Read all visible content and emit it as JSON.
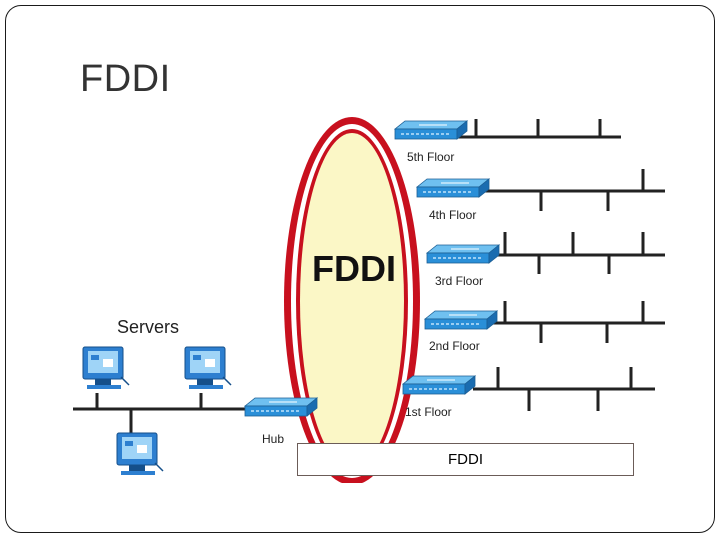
{
  "slide": {
    "title": "FDDI"
  },
  "diagram": {
    "ring_label": "FDDI",
    "servers_label": "Servers",
    "hub_label": "Hub",
    "floors": [
      {
        "label": "5th Floor"
      },
      {
        "label": "4th Floor"
      },
      {
        "label": "3rd Floor"
      },
      {
        "label": "2nd Floor"
      },
      {
        "label": "1st Floor"
      }
    ],
    "caption": "FDDI",
    "colors": {
      "ring_outer": "#c8101e",
      "ring_fill": "#fbf7c6",
      "switch_blue": "#2a8fd8",
      "monitor_blue": "#2d7fd0",
      "line": "#222222"
    },
    "icons": [
      "server-computer-icon",
      "switch-icon",
      "hub-icon"
    ]
  }
}
